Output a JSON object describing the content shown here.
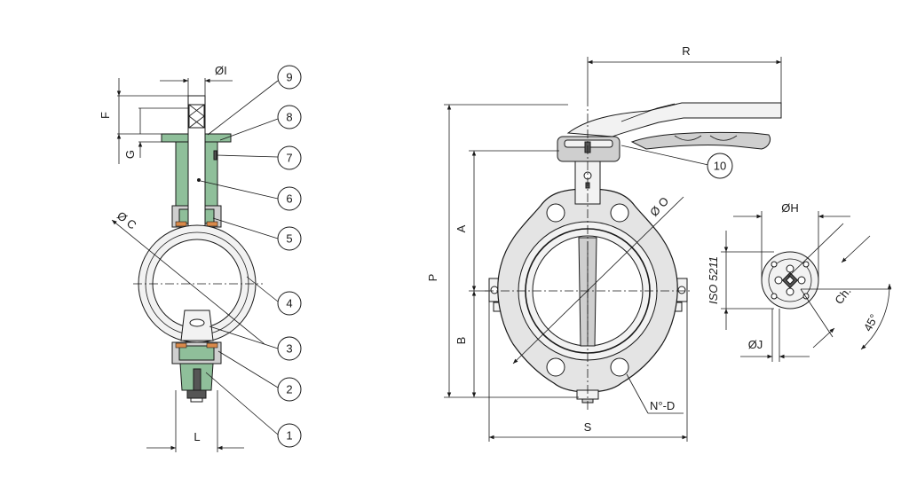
{
  "section_view": {
    "callouts": [
      "1",
      "2",
      "3",
      "4",
      "5",
      "6",
      "7",
      "8",
      "9"
    ],
    "dimensions": {
      "stem_diameter": "ØI",
      "top_height": "F",
      "flange_thickness": "G",
      "body_diameter": "Ø C",
      "face_width": "L"
    }
  },
  "front_view": {
    "callouts": [
      "10"
    ],
    "dimensions": {
      "handle_length": "R",
      "disc_diameter": "Ø O",
      "upper_height": "A",
      "lower_height": "B",
      "total_height": "P",
      "overall_width": "S",
      "bolt_holes": "N°-D"
    }
  },
  "flange_detail": {
    "dimensions": {
      "flange_diameter": "ØH",
      "shaft_diameter": "ØJ",
      "standard": "ISO 5211",
      "wrench_flat": "Ch.",
      "angle": "45°"
    }
  }
}
